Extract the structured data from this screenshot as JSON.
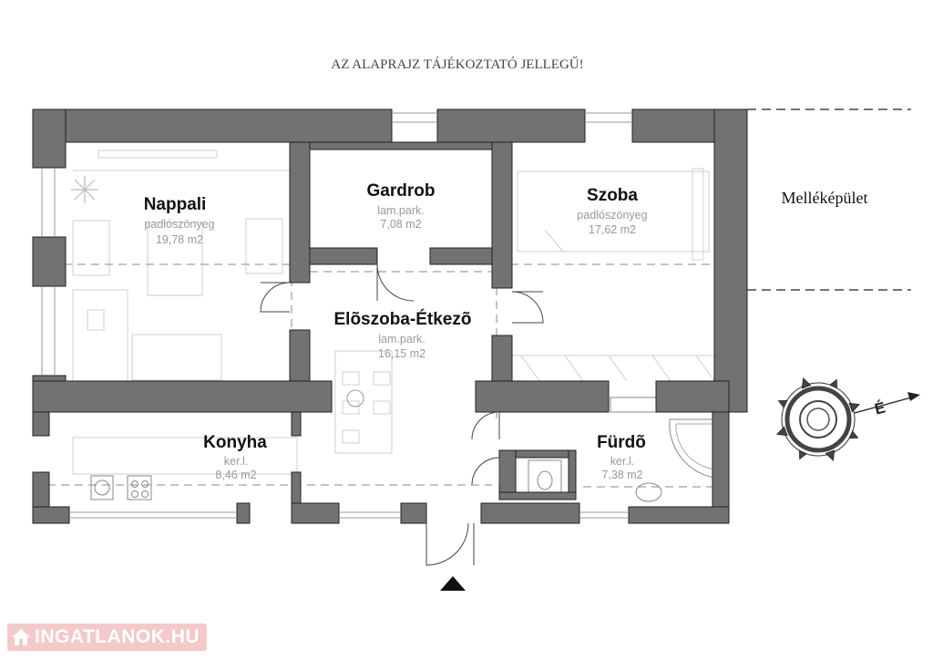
{
  "disclaimer": "AZ ALAPRAJZ TÁJÉKOZTATÓ JELLEGŰ!",
  "annex_label": "Melléképület",
  "rooms": [
    {
      "name": "Nappali",
      "floor": "padlószönyeg",
      "area": "19,78  m2"
    },
    {
      "name": "Gardrob",
      "floor": "lam.park.",
      "area": "7,08  m2"
    },
    {
      "name": "Szoba",
      "floor": "padlószönyeg",
      "area": "17,62  m2"
    },
    {
      "name": "Elõszoba-Étkezõ",
      "floor": "lam.park.",
      "area": "16,15  m2"
    },
    {
      "name": "Konyha",
      "floor": "ker.l.",
      "area": "8,46  m2"
    },
    {
      "name": "Fürdõ",
      "floor": "ker.l.",
      "area": "7,38  m2"
    }
  ],
  "compass": {
    "north_letter": "É"
  },
  "watermark": {
    "text": "INGATLANOK.HU",
    "color": "#e8a0a0"
  },
  "colors": {
    "wall": "#727272",
    "outline": "#222222",
    "furniture": "#cfcfcf"
  }
}
